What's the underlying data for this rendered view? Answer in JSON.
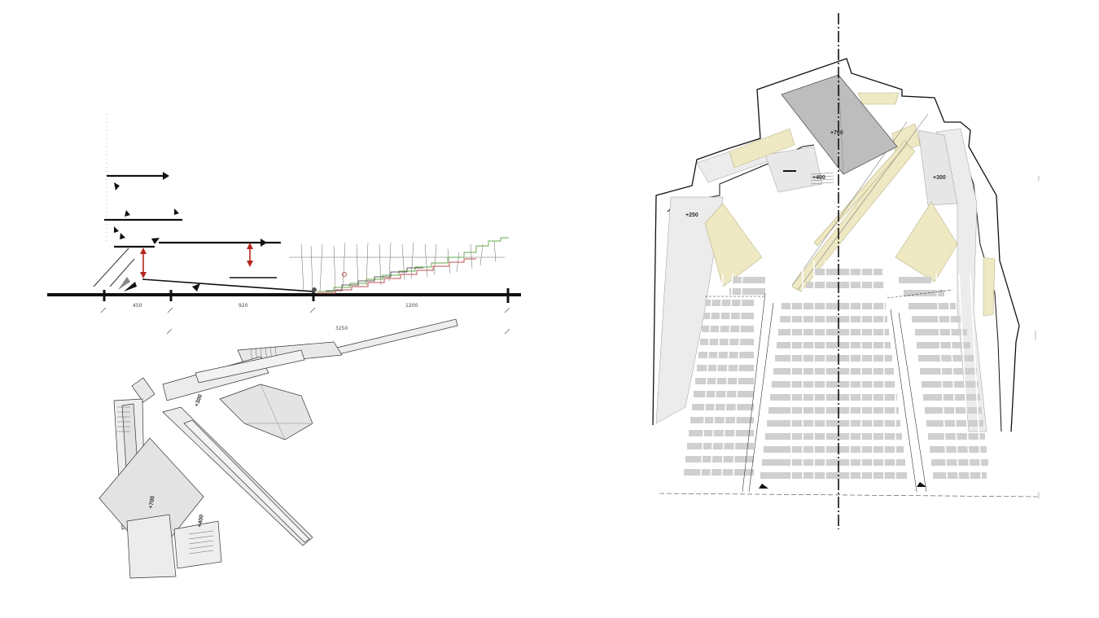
{
  "section": {
    "dimensions": [
      {
        "id": "dim-450",
        "text": "450"
      },
      {
        "id": "dim-920",
        "text": "920"
      },
      {
        "id": "dim-1200",
        "text": "1200"
      },
      {
        "id": "dim-3250",
        "text": "3250"
      }
    ]
  },
  "plan_left": {
    "levels": [
      {
        "id": "level-300",
        "text": "+300"
      },
      {
        "id": "level-700",
        "text": "+700"
      },
      {
        "id": "level-400",
        "text": "+400"
      }
    ]
  },
  "plan_right": {
    "levels": [
      {
        "id": "level-760",
        "text": "+760"
      },
      {
        "id": "level-400",
        "text": "+400"
      },
      {
        "id": "level-300",
        "text": "+300"
      },
      {
        "id": "level-250",
        "text": "+250"
      }
    ]
  },
  "colors": {
    "background": "#ffffff",
    "line": "#111111",
    "panel_grey": "#e6e6e6",
    "stage_grey": "#bdbdbd",
    "ramp_yellow": "#eee8c3",
    "seat_grey": "#cfcfcf",
    "arrow_red": "#b3261e",
    "step_green": "#6aa84f",
    "step_red": "#c0504d"
  }
}
